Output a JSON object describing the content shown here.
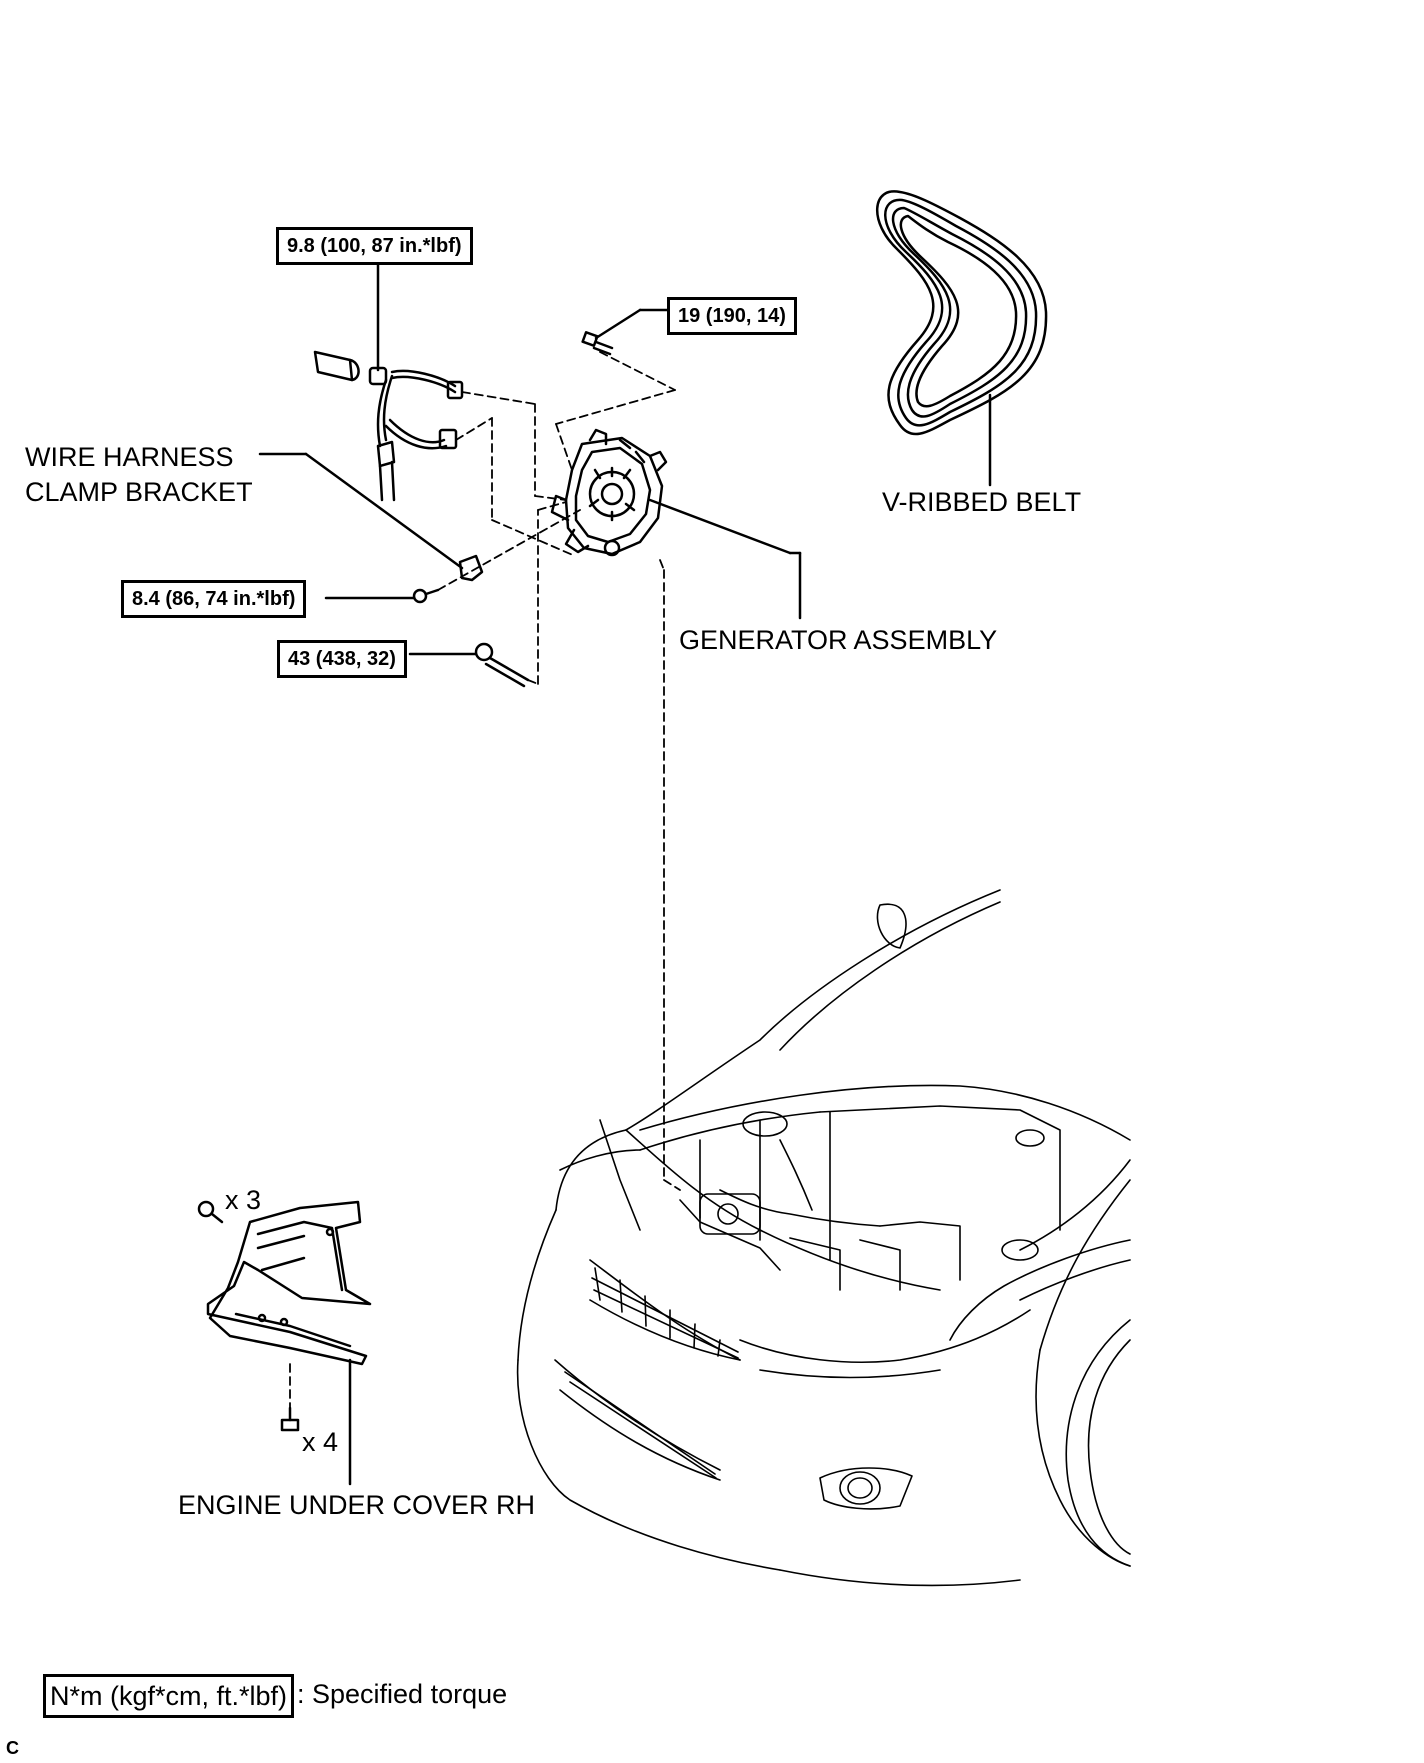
{
  "torque_specs": {
    "wire_harness_nut": "9.8 (100, 87 in.*lbf)",
    "upper_bolt": "19 (190, 14)",
    "clamp_bracket_bolt": "8.4 (86, 74 in.*lbf)",
    "lower_bolt": "43 (438, 32)"
  },
  "labels": {
    "wire_harness_clamp_bracket_line1": "WIRE HARNESS",
    "wire_harness_clamp_bracket_line2": "CLAMP BRACKET",
    "v_ribbed_belt": "V-RIBBED BELT",
    "generator_assembly": "GENERATOR ASSEMBLY",
    "engine_under_cover_rh": "ENGINE UNDER COVER RH",
    "qty_upper": "x 3",
    "qty_lower": "x 4"
  },
  "legend": {
    "unit_box": "N*m (kgf*cm, ft.*lbf)",
    "description": ": Specified torque"
  },
  "footer": {
    "code": "C"
  }
}
